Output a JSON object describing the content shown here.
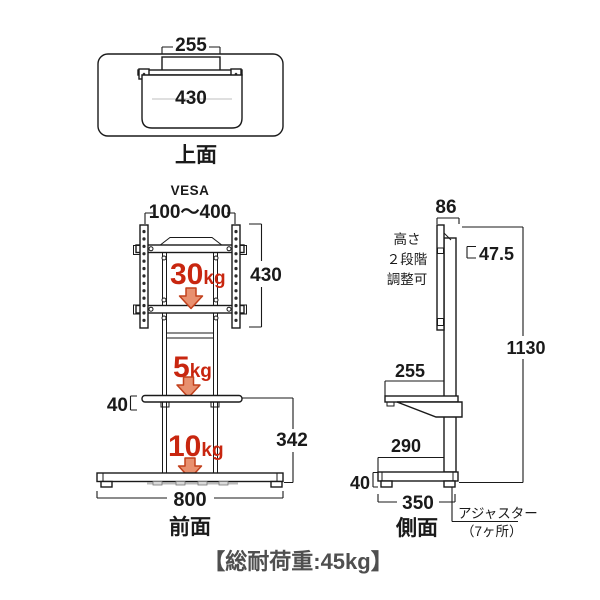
{
  "colors": {
    "line": "#1a1a1a",
    "accent_red": "#c8260f",
    "arrow_fill": "#e8906f",
    "arrow_stroke": "#c2401c",
    "footer_text": "#4f4f4f"
  },
  "views": {
    "top": {
      "label": "上面",
      "mount_width": "255",
      "shelf_width": "430"
    },
    "front": {
      "label": "前面",
      "vesa_title": "VESA",
      "vesa_range": "100～400",
      "bracket_height": "430",
      "shelf_thickness": "40",
      "shelf_to_floor": "342",
      "base_width": "800",
      "loads": {
        "mount": {
          "value": "30",
          "unit": "kg"
        },
        "shelf": {
          "value": "5",
          "unit": "kg"
        },
        "base": {
          "value": "10",
          "unit": "kg"
        }
      }
    },
    "side": {
      "label": "側面",
      "column_depth": "86",
      "bracket_offset": "47.5",
      "total_height": "1130",
      "shelf_depth": "255",
      "base_front_depth": "290",
      "base_height": "40",
      "base_depth": "350",
      "height_note": [
        "高さ",
        "２段階",
        "調整可"
      ],
      "adjuster_note": [
        "アジャスター",
        "（7ヶ所）"
      ]
    }
  },
  "footer": {
    "total_load_label": "【総耐荷重:45kg】"
  }
}
